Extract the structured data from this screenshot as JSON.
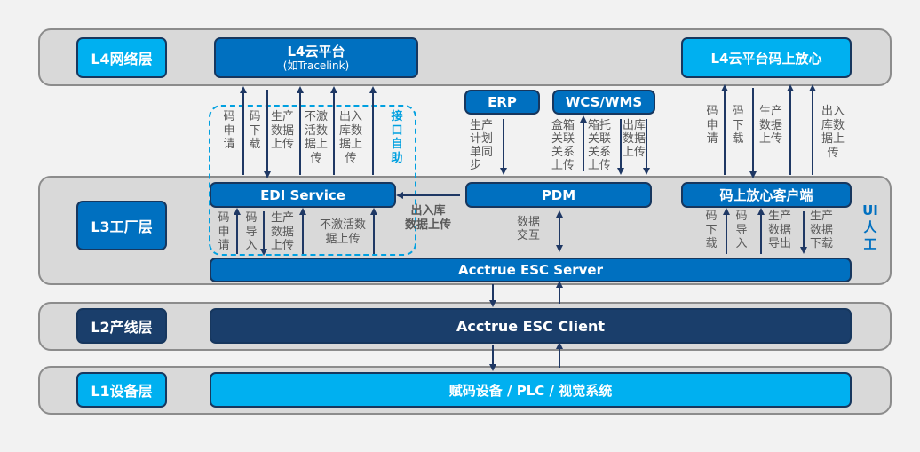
{
  "layers": {
    "l4": {
      "label": "L4网络层"
    },
    "l3": {
      "label": "L3工厂层"
    },
    "l2": {
      "label": "L2产线层"
    },
    "l1": {
      "label": "L1设备层"
    }
  },
  "l4": {
    "cloud_platform_title": "L4云平台",
    "cloud_platform_sub": "(如Tracelink)",
    "mashangfangxin_cloud": "L4云平台码上放心"
  },
  "mid": {
    "erp": "ERP",
    "wcs_wms": "WCS/WMS",
    "tracelink_flows": [
      "码\n申\n请",
      "码\n下\n载",
      "生产\n数据\n上传",
      "不激\n活数\n据上\n传",
      "出入\n库数\n据上\n传"
    ],
    "interface_self_help": "接\n口\n自\n助",
    "erp_flow": "生产\n计划\n单同\n步",
    "wms_flows": [
      "盒箱\n关联\n关系\n上传",
      "箱托\n关联\n关系\n上传",
      "出库\n数据\n上传"
    ],
    "msfx_flows": [
      "码\n申\n请",
      "码\n下\n载",
      "生产\n数据\n上传",
      "出入\n库数\n据上\n传"
    ]
  },
  "l3": {
    "edi_service": "EDI Service",
    "pdm": "PDM",
    "msfx_client": "码上放心客户端",
    "pdm_to_edi_flow": "出入库\n数据上传",
    "edi_flows": [
      "码\n申\n请",
      "码\n导\n入",
      "生产\n数据\n上传",
      "不激活数\n据上传"
    ],
    "pdm_flow": "数据\n交互",
    "client_flows": [
      "码\n下\n载",
      "码\n导\n入",
      "生产\n数据\n导出",
      "生产\n数据\n下载"
    ],
    "ui_manual": "UI\n人\n工",
    "esc_server": "Acctrue  ESC Server"
  },
  "l2": {
    "esc_client": "Acctrue  ESC  Client"
  },
  "l1": {
    "devices": "赋码设备 / PLC / 视觉系统"
  },
  "colors": {
    "cyan": "#00b0f0",
    "blue": "#0070c0",
    "navy": "#1a3e6b",
    "arrow": "#1f3864",
    "dashed": "#00a0e0",
    "layer_bg": "#d9d9d9"
  }
}
